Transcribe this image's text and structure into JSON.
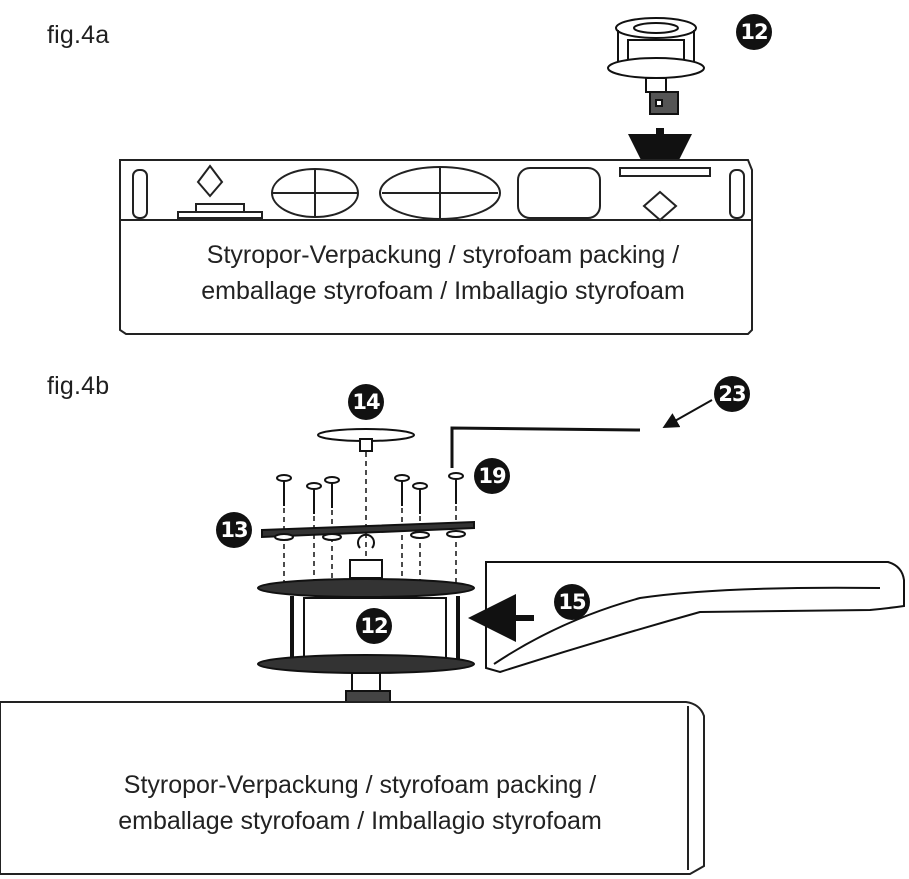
{
  "figures": {
    "fig4a": {
      "label": "fig.4a",
      "packing_text_line1": "Styropor-Verpackung / styrofoam packing /",
      "packing_text_line2": "emballage styrofoam / Imballagio styrofoam",
      "callouts": {
        "part12": "12"
      }
    },
    "fig4b": {
      "label": "fig.4b",
      "packing_text_line1": "Styropor-Verpackung / styrofoam packing /",
      "packing_text_line2": "emballage styrofoam / Imballagio styrofoam",
      "callouts": {
        "part14": "14",
        "part23": "23",
        "part19": "19",
        "part13": "13",
        "part12": "12",
        "part15": "15"
      }
    }
  }
}
